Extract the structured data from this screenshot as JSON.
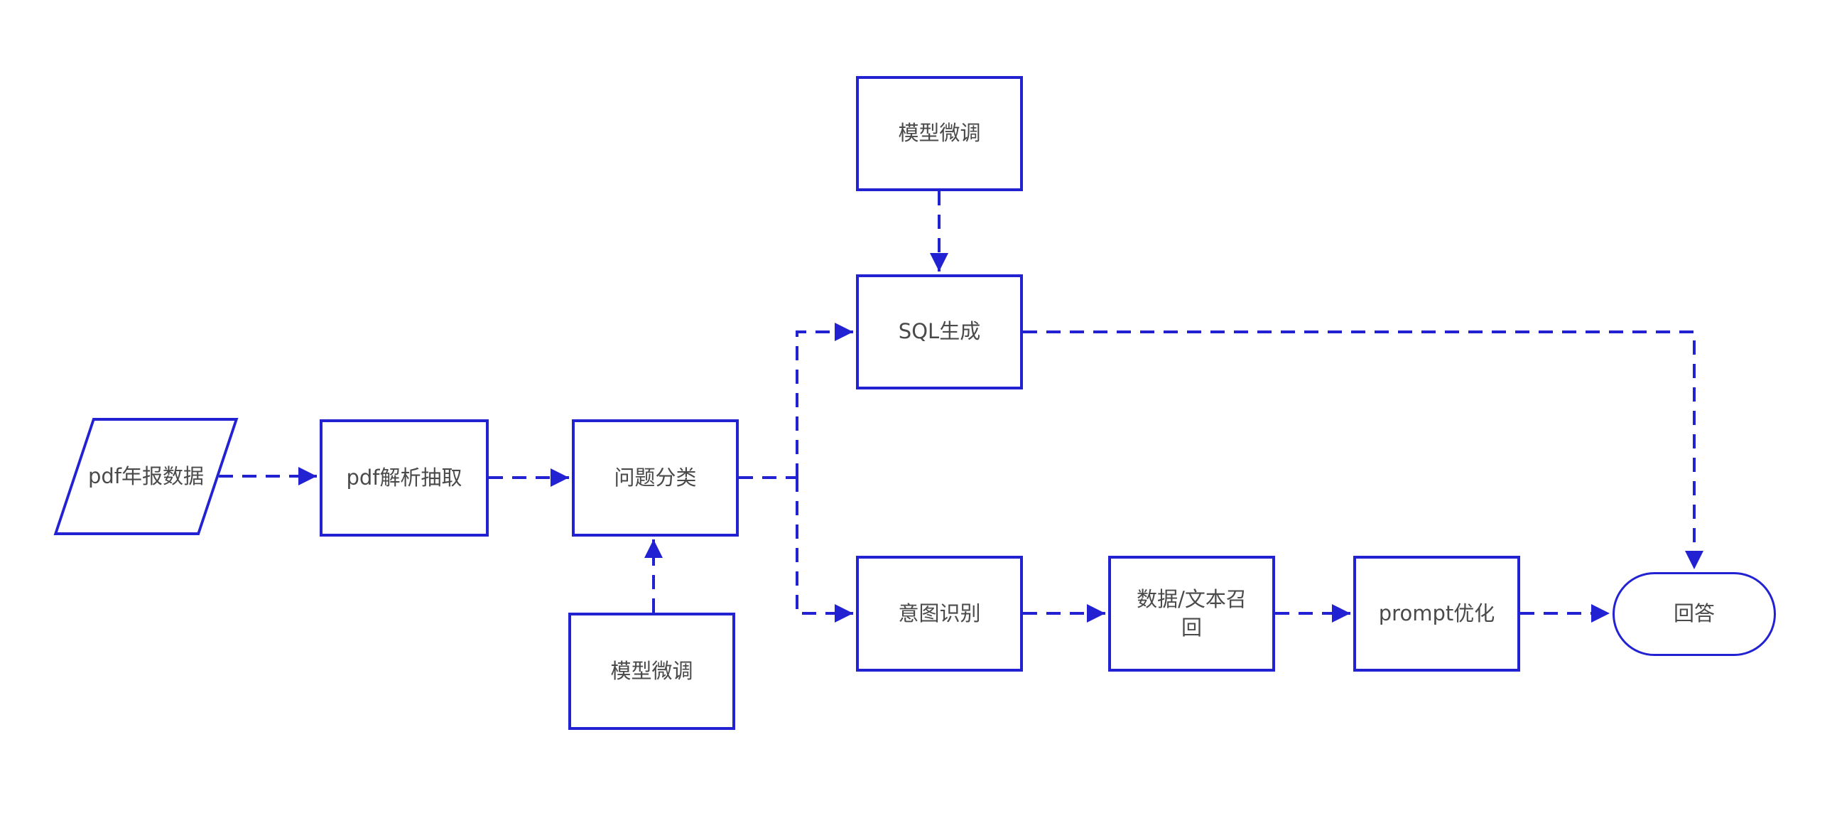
{
  "diagram": {
    "background_color": "#ffffff",
    "line_color": "#2222d2",
    "text_color": "#4a4a4a",
    "nodes": [
      {
        "id": "pdf-annual-report-data",
        "label": "pdf年报数据",
        "shape": "parallelogram"
      },
      {
        "id": "pdf-parse-extract",
        "label": "pdf解析抽取",
        "shape": "rectangle"
      },
      {
        "id": "question-classification",
        "label": "问题分类",
        "shape": "rectangle"
      },
      {
        "id": "model-finetune-top",
        "label": "模型微调",
        "shape": "rectangle"
      },
      {
        "id": "sql-generation",
        "label": "SQL生成",
        "shape": "rectangle"
      },
      {
        "id": "model-finetune-bottom",
        "label": "模型微调",
        "shape": "rectangle"
      },
      {
        "id": "intent-recognition",
        "label": "意图识别",
        "shape": "rectangle"
      },
      {
        "id": "data-text-recall",
        "label": "数据/文本召回",
        "shape": "rectangle"
      },
      {
        "id": "prompt-optimization",
        "label": "prompt优化",
        "shape": "rectangle"
      },
      {
        "id": "answer",
        "label": "回答",
        "shape": "stadium"
      }
    ],
    "edges": [
      {
        "from": "pdf-annual-report-data",
        "to": "pdf-parse-extract",
        "style": "dashed-arrow"
      },
      {
        "from": "pdf-parse-extract",
        "to": "question-classification",
        "style": "dashed-arrow"
      },
      {
        "from": "question-classification",
        "to": "branch-junction",
        "style": "dashed-line"
      },
      {
        "from": "branch-junction",
        "to": "sql-generation",
        "style": "dashed-arrow"
      },
      {
        "from": "branch-junction",
        "to": "intent-recognition",
        "style": "dashed-arrow"
      },
      {
        "from": "model-finetune-top",
        "to": "sql-generation",
        "style": "dashed-arrow"
      },
      {
        "from": "model-finetune-bottom",
        "to": "question-classification",
        "style": "dashed-arrow"
      },
      {
        "from": "sql-generation",
        "to": "answer",
        "style": "dashed-arrow"
      },
      {
        "from": "intent-recognition",
        "to": "data-text-recall",
        "style": "dashed-arrow"
      },
      {
        "from": "data-text-recall",
        "to": "prompt-optimization",
        "style": "dashed-arrow"
      },
      {
        "from": "prompt-optimization",
        "to": "answer",
        "style": "dashed-arrow"
      }
    ]
  }
}
